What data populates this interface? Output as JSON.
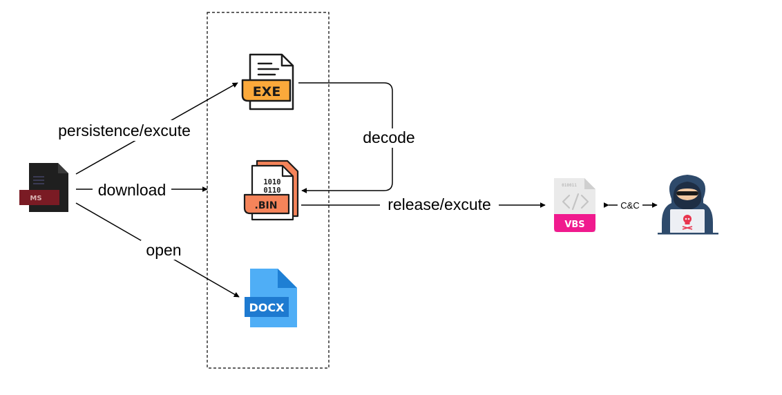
{
  "nodes": {
    "source": {
      "badge": "MS"
    },
    "exe": {
      "badge": "EXE"
    },
    "bin": {
      "badge": ".BIN",
      "bits_top": "1010",
      "bits_bottom": "0110"
    },
    "docx": {
      "badge": "DOCX"
    },
    "vbs": {
      "badge": "VBS",
      "bits": "010011"
    },
    "attacker": {
      "icon": "hooded-hacker-icon"
    }
  },
  "edges": {
    "persistence": "persistence/excute",
    "download": "download",
    "open": "open",
    "decode": "decode",
    "release": "release/excute",
    "cc": "C&C"
  },
  "colors": {
    "exe_orange": "#FBA93B",
    "bin_orange": "#F5845A",
    "docx_blue": "#2D8FE8",
    "vbs_pink": "#F01A8E",
    "hacker_navy": "#2E4A6B"
  }
}
